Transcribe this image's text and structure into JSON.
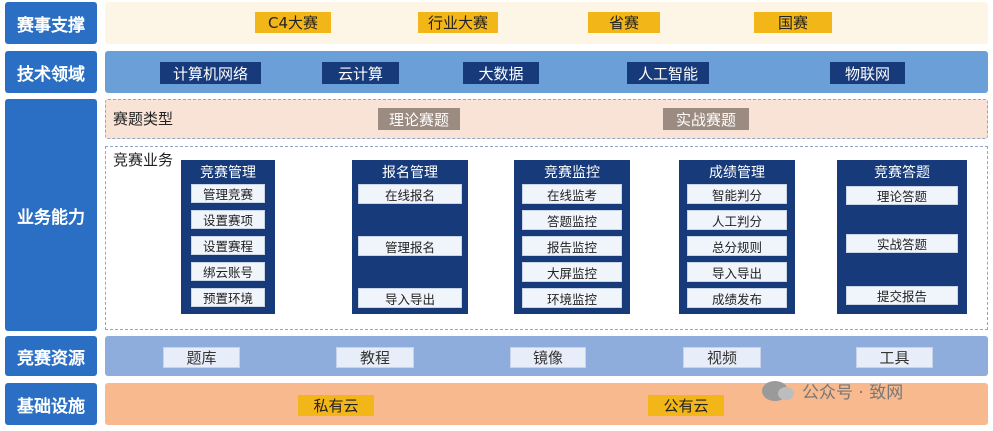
{
  "rows": {
    "competition_support": {
      "label": "赛事支撑",
      "items": [
        "C4大赛",
        "行业大赛",
        "省赛",
        "国赛"
      ]
    },
    "tech_domains": {
      "label": "技术领域",
      "items": [
        "计算机网络",
        "云计算",
        "大数据",
        "人工智能",
        "物联网"
      ]
    },
    "business": {
      "label": "业务能力",
      "topic_type": {
        "label": "赛题类型",
        "items": [
          "理论赛题",
          "实战赛题"
        ]
      },
      "competition_business": {
        "label": "竞赛业务",
        "columns": [
          {
            "title": "竞赛管理",
            "items": [
              "管理竞赛",
              "设置赛项",
              "设置赛程",
              "绑云账号",
              "预置环境"
            ]
          },
          {
            "title": "报名管理",
            "items": [
              "在线报名",
              "管理报名",
              "导入导出"
            ]
          },
          {
            "title": "竞赛监控",
            "items": [
              "在线监考",
              "答题监控",
              "报告监控",
              "大屏监控",
              "环境监控"
            ]
          },
          {
            "title": "成绩管理",
            "items": [
              "智能判分",
              "人工判分",
              "总分规则",
              "导入导出",
              "成绩发布"
            ]
          },
          {
            "title": "竞赛答题",
            "items": [
              "理论答题",
              "实战答题",
              "提交报告"
            ]
          }
        ]
      }
    },
    "resources": {
      "label": "竞赛资源",
      "items": [
        "题库",
        "教程",
        "镜像",
        "视频",
        "工具"
      ]
    },
    "infrastructure": {
      "label": "基础设施",
      "items": [
        "私有云",
        "公有云"
      ]
    }
  },
  "watermark": "公众号 · 致网",
  "colors": {
    "label_blue": "#2a6fc4",
    "gold": "#f3b619",
    "navy": "#173a7a",
    "support_band": "#fdf5e6",
    "tech_band": "#6a9fd8",
    "topic_band": "#f8e3d6",
    "resource_band": "#8eacdc",
    "infra_band": "#f7b98d"
  }
}
